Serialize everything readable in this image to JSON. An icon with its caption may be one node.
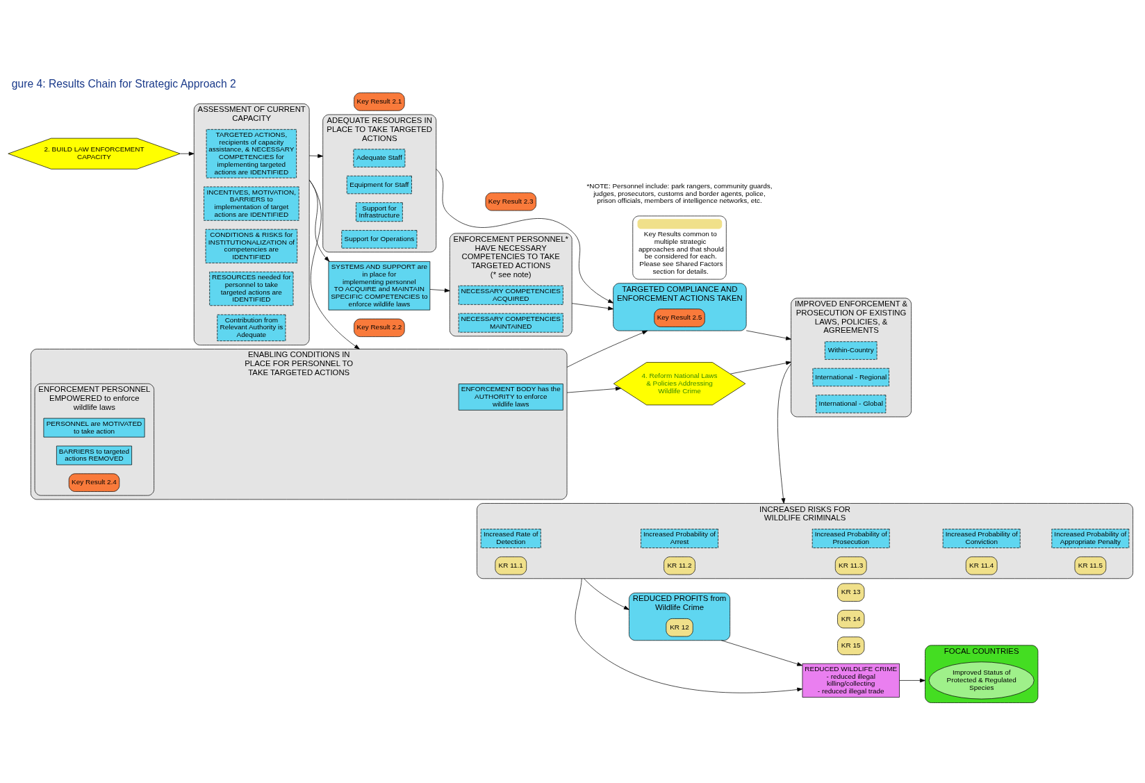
{
  "diagram": {
    "title": "gure 4: Results Chain for Strategic Approach 2",
    "nodes": [
      {
        "text": [
          "2. BUILD LAW ENFORCEMENT CAPACITY"
        ]
      },
      {
        "text": [
          "ASSESSMENT OF CURRENT CAPACITY"
        ]
      },
      {
        "text": [
          "TARGETED ACTIONS, recipients of capacity assistance, & NECESSARY COMPETENCIES for implementing targeted actions are IDENTIFIED"
        ],
        "in": 1
      },
      {
        "text": [
          "INCENTIVES, MOTIVATION, BARRIERS to implementation of target actions are IDENTIFIED"
        ],
        "in": 1
      },
      {
        "text": [
          "CONDITIONS & RISKS for INSTITUTIONALIZATION of competencies are IDENTIFIED"
        ],
        "in": 1
      },
      {
        "text": [
          "RESOURCES needed for personnel to take targeted actions are IDENTIFIED"
        ],
        "in": 1
      },
      {
        "text": [
          "Contribution from Relevant Authority is Adequate"
        ],
        "in": 1
      },
      {
        "text": [
          "ADEQUATE RESOURCES IN PLACE TO TAKE TARGETED ACTIONS"
        ]
      },
      {
        "text": [
          "Adequate Staff"
        ],
        "in": 7
      },
      {
        "text": [
          "Equipment for Staff"
        ],
        "in": 7
      },
      {
        "text": [
          "Support for Infrastructure"
        ],
        "in": 7
      },
      {
        "text": [
          "Support for Operations"
        ],
        "in": 7
      },
      {
        "text": [
          "Key Result 2.1"
        ]
      },
      {
        "text": [
          "SYSTEMS AND SUPPORT are in place for implementing personnel TO ACQUIRE and MAINTAIN SPECIFIC COMPETENCIES to enforce wildlife laws"
        ]
      },
      {
        "text": [
          "Key Result 2.2"
        ]
      },
      {
        "text": [
          "ENFORCEMENT PERSONNEL* HAVE NECESSARY COMPETENCIES TO TAKE TARGETED ACTIONS",
          "(* see note)"
        ]
      },
      {
        "text": [
          "NECESSARY COMPETENCIES ACQUIRED"
        ],
        "in": 15
      },
      {
        "text": [
          "NECESSARY COMPETENCIES MAINTAINED"
        ],
        "in": 15
      },
      {
        "text": [
          "Key Result 2.3"
        ]
      },
      {
        "text": [
          "ENABLING CONDITIONS IN PLACE FOR PERSONNEL TO TAKE TARGETED ACTIONS"
        ]
      },
      {
        "text": [
          "ENFORCEMENT BODY has the AUTHORITY to enforce wildlife laws"
        ],
        "in": 19
      },
      {
        "text": [
          "ENFORCEMENT PERSONNEL EMPOWERED to enforce wildlife laws"
        ],
        "in": 19
      },
      {
        "text": [
          "PERSONNEL are MOTIVATED to take action"
        ],
        "in": 21
      },
      {
        "text": [
          "BARRIERS to targeted actions REMOVED"
        ],
        "in": 21
      },
      {
        "text": [
          "Key Result 2.4"
        ],
        "in": 21
      },
      {
        "text": [
          "TARGETED COMPLIANCE AND ENFORCEMENT ACTIONS TAKEN"
        ]
      },
      {
        "text": [
          "Key Result 2.5"
        ],
        "in": 25
      },
      {
        "text": [
          "INCREASED RISKS FOR WILDLIFE CRIMINALS"
        ]
      },
      {
        "text": [
          "Increased Rate of Detection"
        ],
        "in": 27
      },
      {
        "text": [
          "KR 11.1"
        ],
        "in": 27
      },
      {
        "text": [
          "Increased Probability of Arrest"
        ],
        "in": 27
      },
      {
        "text": [
          "KR 11.2"
        ],
        "in": 27
      },
      {
        "text": [
          "Increased Probability of Prosecution"
        ],
        "in": 27
      },
      {
        "text": [
          "KR 11.3"
        ],
        "in": 27
      },
      {
        "text": [
          "Increased Probability of Conviction"
        ],
        "in": 27
      },
      {
        "text": [
          "KR 11.4"
        ],
        "in": 27
      },
      {
        "text": [
          "Increased Probability of Appropriate Penalty"
        ],
        "in": 27
      },
      {
        "text": [
          "KR 11.5"
        ],
        "in": 27
      },
      {
        "text": [
          "REDUCED PROFITS from Wildlife Crime"
        ]
      },
      {
        "text": [
          "KR 12"
        ],
        "in": 38
      },
      {
        "text": [
          "KR 13"
        ]
      },
      {
        "text": [
          "KR 14"
        ]
      },
      {
        "text": [
          "KR 15"
        ]
      },
      {
        "text": [
          "REDUCED WILDLIFE CRIME",
          "- reduced illegal killing/collecting",
          "- reduced illegal trade"
        ]
      },
      {
        "text": [
          "FOCAL COUNTRIES"
        ]
      },
      {
        "text": [
          "Improved Status of Protected & Regulated Species"
        ],
        "in": 44
      },
      {
        "text": [
          "IMPROVED ENFORCEMENT & PROSECUTION OF EXISTING LAWS, POLICIES, & AGREEMENTS"
        ]
      },
      {
        "text": [
          "Within-Country"
        ],
        "in": 46
      },
      {
        "text": [
          "International - Regional"
        ],
        "in": 46
      },
      {
        "text": [
          "International - Global"
        ],
        "in": 46
      },
      {
        "text": [
          "4. Reform National Laws & Policies Addressing Wildlife Crime"
        ]
      }
    ],
    "edges": [
      {
        "from": 0,
        "to": 1,
        "arrow": "to"
      },
      {
        "from": 1,
        "to": 7,
        "arrow": "to"
      },
      {
        "from": 1,
        "to": 13,
        "arrow": "to"
      },
      {
        "from": 1,
        "to": 19,
        "arrow": "to"
      },
      {
        "from": 7,
        "to": 25,
        "arrow": "to"
      },
      {
        "from": 13,
        "to": 15,
        "arrow": "to"
      },
      {
        "from": 15,
        "to": 25,
        "arrow": "to"
      },
      {
        "from": 19,
        "to": 25,
        "arrow": "to"
      },
      {
        "from": 19,
        "to": 50,
        "arrow": "to"
      },
      {
        "from": 50,
        "to": 46,
        "arrow": "to"
      },
      {
        "from": 25,
        "to": 46,
        "arrow": "to"
      },
      {
        "from": 46,
        "to": 27,
        "arrow": "to"
      },
      {
        "from": 27,
        "to": 43,
        "arrow": "to"
      },
      {
        "from": 27,
        "to": 38,
        "arrow": "to"
      },
      {
        "from": 38,
        "to": 43,
        "arrow": "to"
      },
      {
        "from": 43,
        "to": 44,
        "arrow": "to"
      }
    ],
    "labels": [
      "*NOTE: Personnel include: park rangers, community guards, judges, prosecutors, customs and border agents, police, prison officials, members of intelligence networks, etc."
    ],
    "legend": [
      {
        "text": "Key Results common to multiple strategic approaches and that should be considered for each. Please see Shared Factors section for details.",
        "color": "#f0e08a"
      }
    ]
  }
}
